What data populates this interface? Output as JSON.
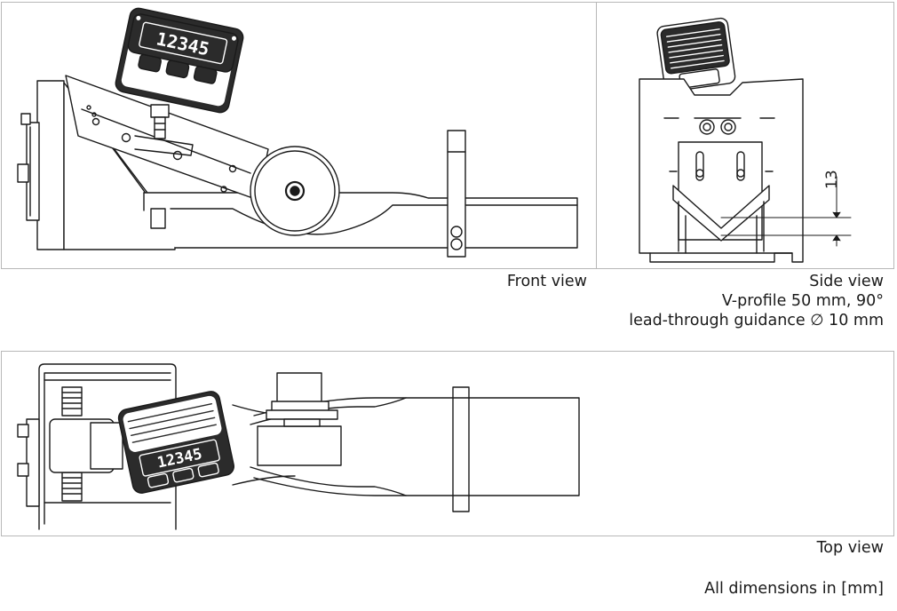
{
  "captions": {
    "front_view": "Front view",
    "side_view": "Side view",
    "side_view_profile": "V-profile 50 mm, 90°",
    "side_view_guidance": "lead-through guidance ∅ 10 mm",
    "top_view": "Top view",
    "dimensions_note": "All dimensions in [mm]"
  },
  "dimension_13": "13",
  "display_reading": "12345",
  "colors": {
    "line": "#1a1a1a",
    "frame": "#b8b8b8",
    "device_dark": "#2b2b2b"
  }
}
